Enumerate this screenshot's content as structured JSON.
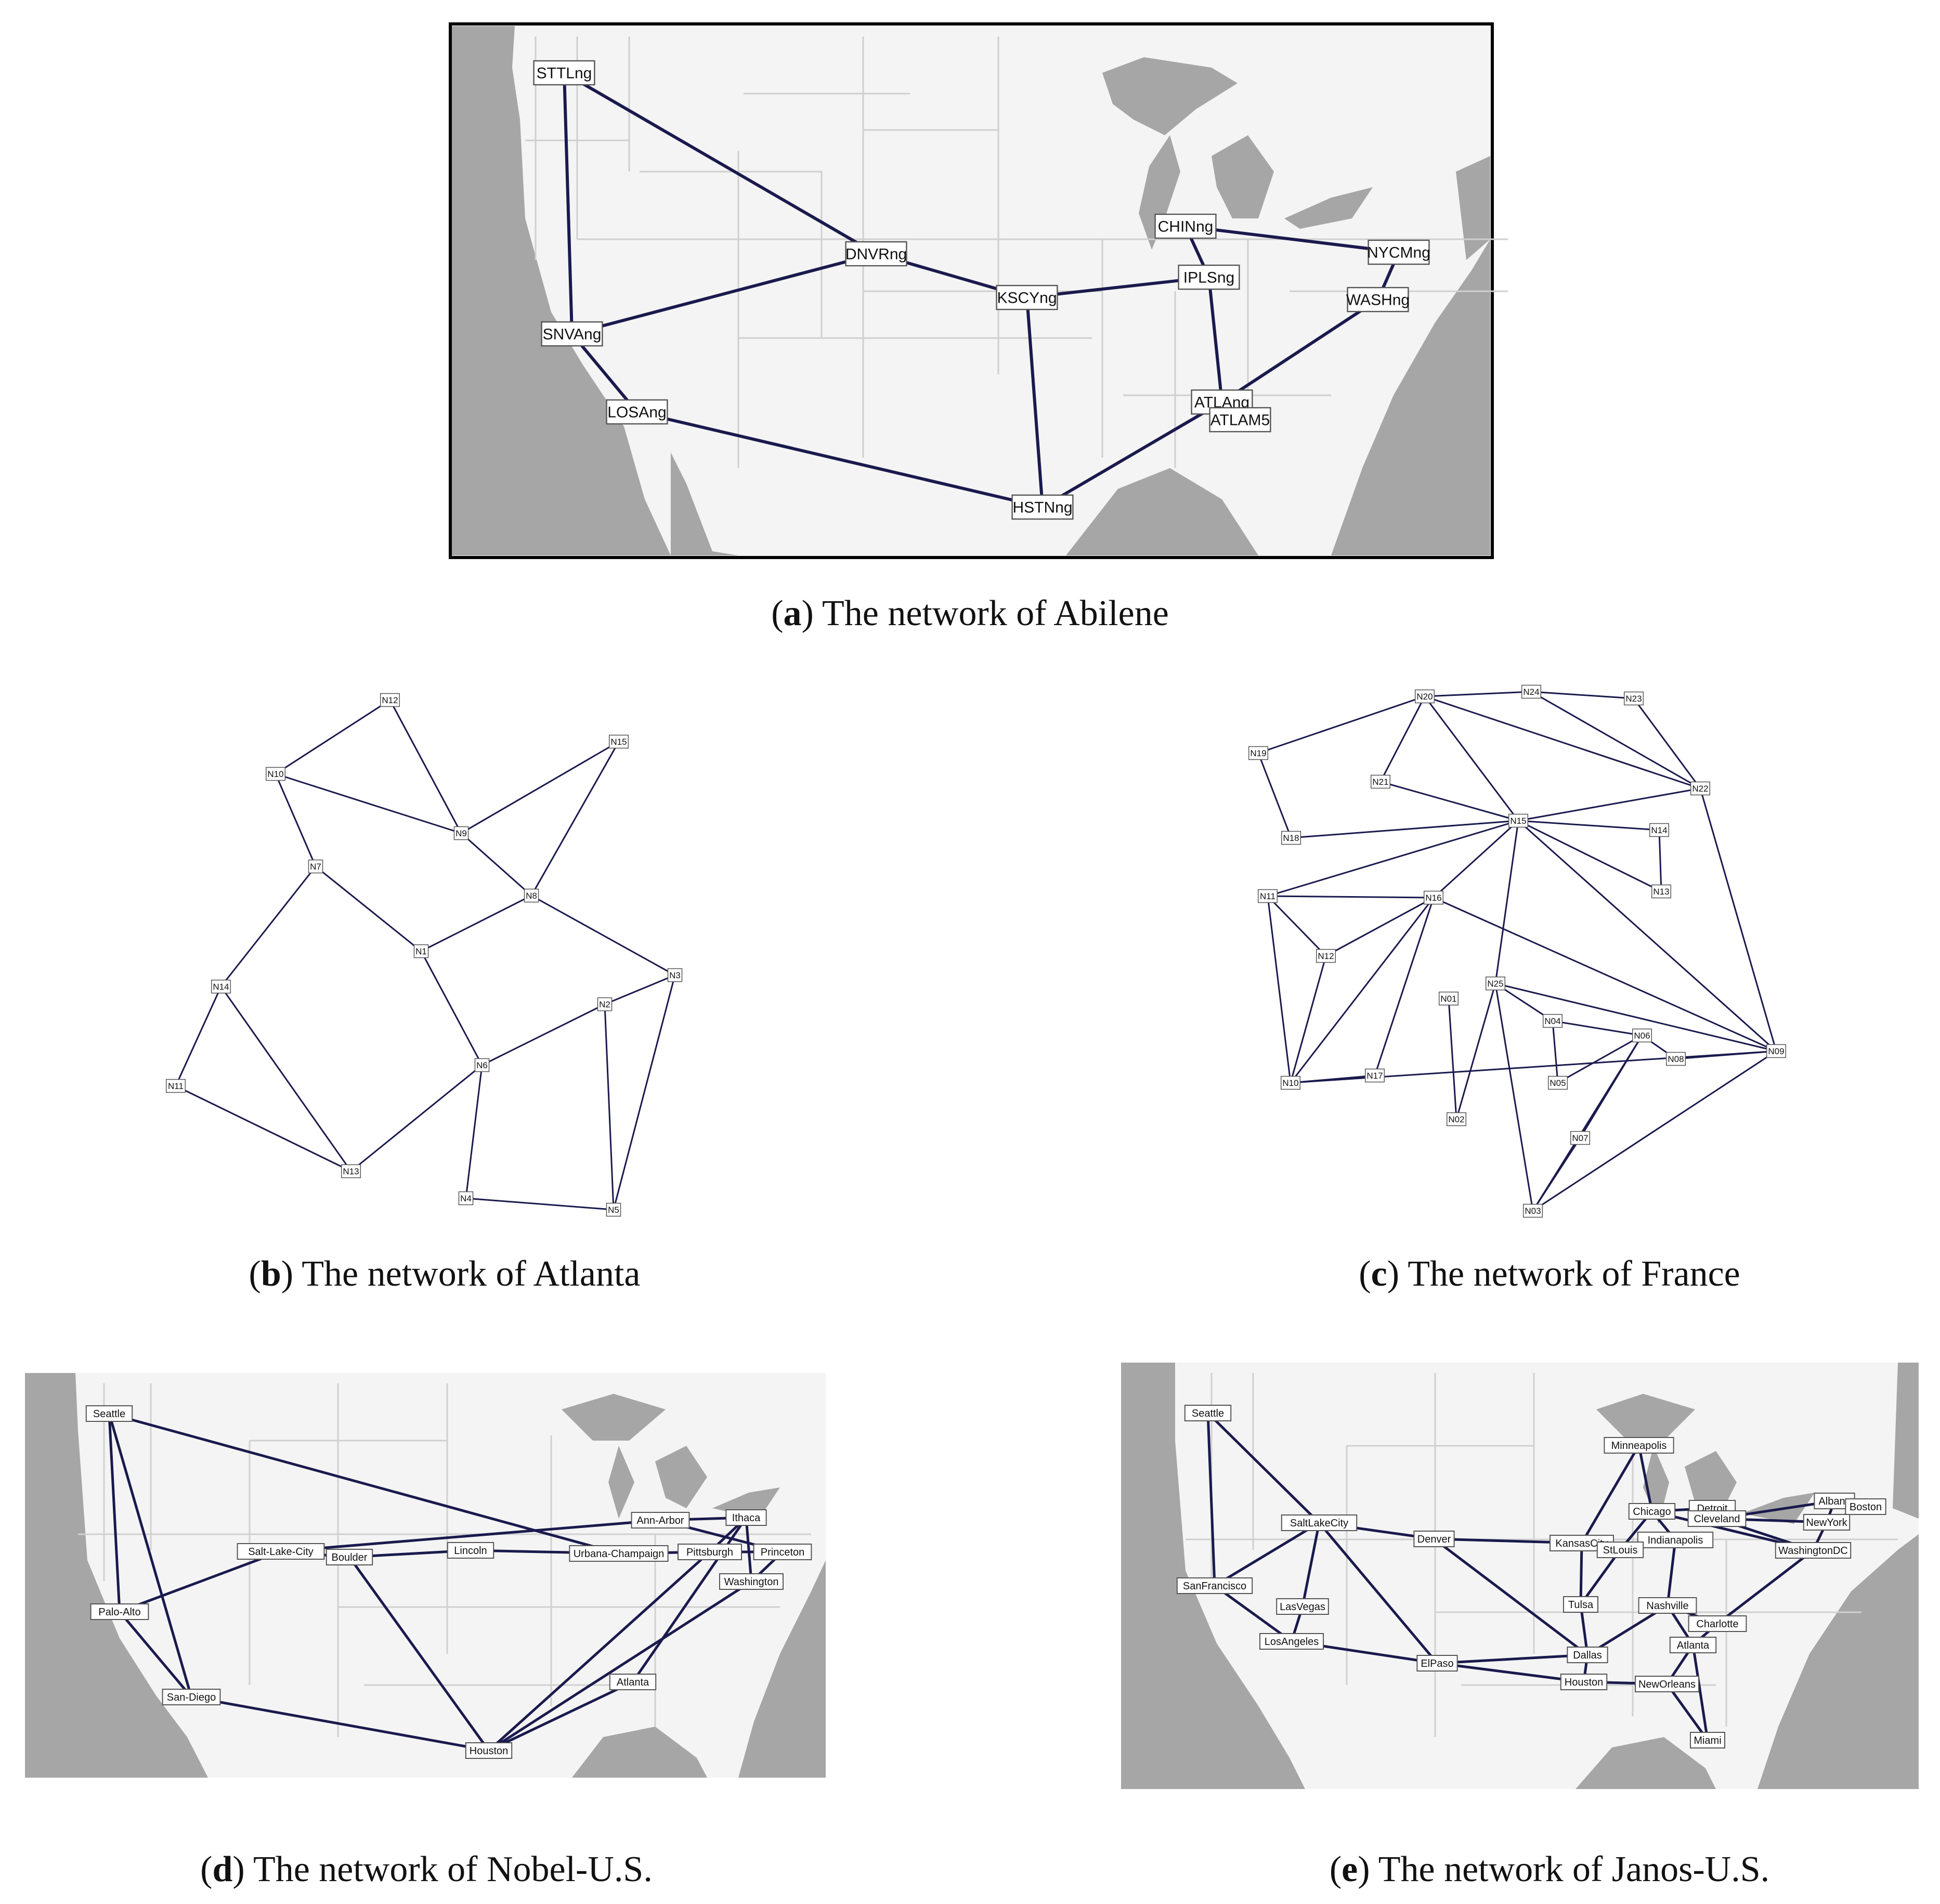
{
  "panels": [
    {
      "id": "a",
      "caption_letter": "a",
      "caption_text": " The network of Abilene",
      "nodes": [
        "STTLng",
        "DNVRng",
        "SNVAng",
        "LOSAng",
        "KSCYng",
        "HSTNng",
        "CHINng",
        "IPLSng",
        "NYCMng",
        "WASHng",
        "ATLAng",
        "ATLAM5"
      ],
      "edges": [
        [
          "STTLng",
          "DNVRng"
        ],
        [
          "STTLng",
          "SNVAng"
        ],
        [
          "SNVAng",
          "DNVRng"
        ],
        [
          "SNVAng",
          "LOSAng"
        ],
        [
          "LOSAng",
          "HSTNng"
        ],
        [
          "DNVRng",
          "KSCYng"
        ],
        [
          "KSCYng",
          "HSTNng"
        ],
        [
          "KSCYng",
          "IPLSng"
        ],
        [
          "HSTNng",
          "ATLAng"
        ],
        [
          "IPLSng",
          "CHINng"
        ],
        [
          "IPLSng",
          "ATLAng"
        ],
        [
          "CHINng",
          "NYCMng"
        ],
        [
          "NYCMng",
          "WASHng"
        ],
        [
          "WASHng",
          "ATLAng"
        ],
        [
          "ATLAng",
          "ATLAM5"
        ]
      ]
    },
    {
      "id": "b",
      "caption_letter": "b",
      "caption_text": " The network of Atlanta",
      "nodes": [
        "N12",
        "N15",
        "N10",
        "N9",
        "N7",
        "N8",
        "N1",
        "N3",
        "N14",
        "N2",
        "N6",
        "N11",
        "N13",
        "N4",
        "N5"
      ],
      "edges": [
        [
          "N10",
          "N12"
        ],
        [
          "N12",
          "N9"
        ],
        [
          "N10",
          "N9"
        ],
        [
          "N10",
          "N7"
        ],
        [
          "N9",
          "N15"
        ],
        [
          "N15",
          "N8"
        ],
        [
          "N9",
          "N8"
        ],
        [
          "N8",
          "N1"
        ],
        [
          "N8",
          "N3"
        ],
        [
          "N7",
          "N1"
        ],
        [
          "N7",
          "N14"
        ],
        [
          "N1",
          "N6"
        ],
        [
          "N14",
          "N11"
        ],
        [
          "N14",
          "N13"
        ],
        [
          "N11",
          "N13"
        ],
        [
          "N13",
          "N6"
        ],
        [
          "N6",
          "N2"
        ],
        [
          "N6",
          "N4"
        ],
        [
          "N2",
          "N3"
        ],
        [
          "N2",
          "N5"
        ],
        [
          "N3",
          "N5"
        ],
        [
          "N4",
          "N5"
        ]
      ]
    },
    {
      "id": "c",
      "caption_letter": "c",
      "caption_text": " The network of France",
      "nodes": [
        "N20",
        "N24",
        "N23",
        "N19",
        "N21",
        "N22",
        "N15",
        "N14",
        "N18",
        "N11",
        "N16",
        "N13",
        "N12",
        "N25",
        "N01",
        "N04",
        "N06",
        "N09",
        "N08",
        "N10",
        "N17",
        "N05",
        "N02",
        "N07",
        "N03"
      ],
      "edges": [
        [
          "N20",
          "N24"
        ],
        [
          "N24",
          "N23"
        ],
        [
          "N23",
          "N22"
        ],
        [
          "N24",
          "N22"
        ],
        [
          "N20",
          "N22"
        ],
        [
          "N20",
          "N19"
        ],
        [
          "N19",
          "N18"
        ],
        [
          "N20",
          "N21"
        ],
        [
          "N21",
          "N15"
        ],
        [
          "N20",
          "N15"
        ],
        [
          "N22",
          "N15"
        ],
        [
          "N18",
          "N15"
        ],
        [
          "N15",
          "N14"
        ],
        [
          "N14",
          "N13"
        ],
        [
          "N15",
          "N13"
        ],
        [
          "N15",
          "N11"
        ],
        [
          "N15",
          "N16"
        ],
        [
          "N15",
          "N25"
        ],
        [
          "N15",
          "N09"
        ],
        [
          "N22",
          "N09"
        ],
        [
          "N11",
          "N16"
        ],
        [
          "N11",
          "N12"
        ],
        [
          "N11",
          "N10"
        ],
        [
          "N16",
          "N12"
        ],
        [
          "N16",
          "N10"
        ],
        [
          "N16",
          "N17"
        ],
        [
          "N16",
          "N09"
        ],
        [
          "N12",
          "N10"
        ],
        [
          "N10",
          "N17"
        ],
        [
          "N10",
          "N09"
        ],
        [
          "N01",
          "N02"
        ],
        [
          "N25",
          "N02"
        ],
        [
          "N25",
          "N04"
        ],
        [
          "N25",
          "N09"
        ],
        [
          "N25",
          "N03"
        ],
        [
          "N04",
          "N06"
        ],
        [
          "N04",
          "N05"
        ],
        [
          "N05",
          "N06"
        ],
        [
          "N06",
          "N08"
        ],
        [
          "N06",
          "N07"
        ],
        [
          "N08",
          "N09"
        ],
        [
          "N07",
          "N03"
        ],
        [
          "N06",
          "N03"
        ],
        [
          "N09",
          "N03"
        ]
      ]
    },
    {
      "id": "d",
      "caption_letter": "d",
      "caption_text": " The network of Nobel-U.S.",
      "nodes": [
        "Seattle",
        "Ann-Arbor",
        "Ithaca",
        "Salt-Lake-City",
        "Boulder",
        "Lincoln",
        "Urbana-Champaign",
        "Pittsburgh",
        "Princeton",
        "Washington",
        "Palo-Alto",
        "San-Diego",
        "Atlanta",
        "Houston"
      ],
      "edges": [
        [
          "Seattle",
          "Palo-Alto"
        ],
        [
          "Seattle",
          "San-Diego"
        ],
        [
          "Seattle",
          "Urbana-Champaign"
        ],
        [
          "Palo-Alto",
          "San-Diego"
        ],
        [
          "Palo-Alto",
          "Salt-Lake-City"
        ],
        [
          "Salt-Lake-City",
          "Ann-Arbor"
        ],
        [
          "Salt-Lake-City",
          "Boulder"
        ],
        [
          "Boulder",
          "Lincoln"
        ],
        [
          "Boulder",
          "Houston"
        ],
        [
          "Lincoln",
          "Urbana-Champaign"
        ],
        [
          "Urbana-Champaign",
          "Pittsburgh"
        ],
        [
          "Ann-Arbor",
          "Ithaca"
        ],
        [
          "Ann-Arbor",
          "Princeton"
        ],
        [
          "Ithaca",
          "Pittsburgh"
        ],
        [
          "Ithaca",
          "Washington"
        ],
        [
          "Ithaca",
          "Atlanta"
        ],
        [
          "Pittsburgh",
          "Princeton"
        ],
        [
          "Pittsburgh",
          "Houston"
        ],
        [
          "Princeton",
          "Washington"
        ],
        [
          "Washington",
          "Houston"
        ],
        [
          "Atlanta",
          "Houston"
        ],
        [
          "San-Diego",
          "Houston"
        ]
      ]
    },
    {
      "id": "e",
      "caption_letter": "e",
      "caption_text": " The network of Janos-U.S.",
      "nodes": [
        "Seattle",
        "Minneapolis",
        "Albany",
        "Boston",
        "Chicago",
        "Detroit",
        "Cleveland",
        "NewYork",
        "SaltLakeCity",
        "Denver",
        "KansasCity",
        "Indianapolis",
        "StLouis",
        "WashingtonDC",
        "SanFrancisco",
        "LasVegas",
        "Tulsa",
        "Nashville",
        "Charlotte",
        "LosAngeles",
        "Dallas",
        "Atlanta",
        "ElPaso",
        "Houston",
        "NewOrleans",
        "Miami"
      ],
      "edges": [
        [
          "Seattle",
          "SanFrancisco"
        ],
        [
          "Seattle",
          "SaltLakeCity"
        ],
        [
          "SanFrancisco",
          "SaltLakeCity"
        ],
        [
          "SanFrancisco",
          "LosAngeles"
        ],
        [
          "LosAngeles",
          "LasVegas"
        ],
        [
          "LosAngeles",
          "ElPaso"
        ],
        [
          "LasVegas",
          "SaltLakeCity"
        ],
        [
          "SaltLakeCity",
          "Denver"
        ],
        [
          "SaltLakeCity",
          "ElPaso"
        ],
        [
          "Denver",
          "KansasCity"
        ],
        [
          "Denver",
          "Dallas"
        ],
        [
          "Minneapolis",
          "KansasCity"
        ],
        [
          "Minneapolis",
          "Chicago"
        ],
        [
          "KansasCity",
          "StLouis"
        ],
        [
          "KansasCity",
          "Tulsa"
        ],
        [
          "Chicago",
          "Detroit"
        ],
        [
          "Chicago",
          "StLouis"
        ],
        [
          "Chicago",
          "Indianapolis"
        ],
        [
          "Chicago",
          "WashingtonDC"
        ],
        [
          "Detroit",
          "Cleveland"
        ],
        [
          "Cleveland",
          "Albany"
        ],
        [
          "Cleveland",
          "NewYork"
        ],
        [
          "Cleveland",
          "WashingtonDC"
        ],
        [
          "Albany",
          "Boston"
        ],
        [
          "Boston",
          "NewYork"
        ],
        [
          "Albany",
          "NewYork"
        ],
        [
          "NewYork",
          "WashingtonDC"
        ],
        [
          "Indianapolis",
          "StLouis"
        ],
        [
          "Indianapolis",
          "Nashville"
        ],
        [
          "StLouis",
          "Tulsa"
        ],
        [
          "WashingtonDC",
          "Charlotte"
        ],
        [
          "Tulsa",
          "Dallas"
        ],
        [
          "Nashville",
          "Charlotte"
        ],
        [
          "Nashville",
          "Atlanta"
        ],
        [
          "Nashville",
          "Dallas"
        ],
        [
          "Charlotte",
          "Atlanta"
        ],
        [
          "Dallas",
          "ElPaso"
        ],
        [
          "Dallas",
          "Houston"
        ],
        [
          "ElPaso",
          "Houston"
        ],
        [
          "Houston",
          "NewOrleans"
        ],
        [
          "Atlanta",
          "NewOrleans"
        ],
        [
          "Atlanta",
          "Miami"
        ],
        [
          "NewOrleans",
          "Miami"
        ]
      ]
    }
  ]
}
